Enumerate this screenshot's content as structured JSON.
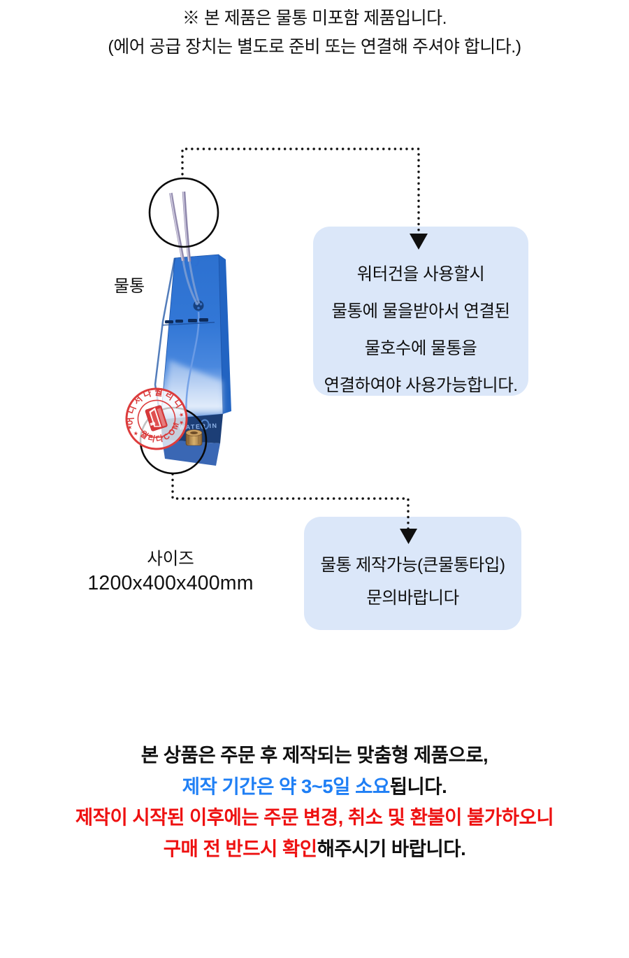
{
  "notice_header": {
    "line1": "※ 본 제품은 물통 미포함 제품입니다.",
    "line2": "(에어 공급 장치는 별도로 준비 또는 연결해 주셔야 합니다.)"
  },
  "product": {
    "label": "물통",
    "port_label": "WATER IN",
    "size_title": "사이즈",
    "size_value": "1200x400x400mm"
  },
  "watermark": {
    "top_text": "어디서나월리디",
    "bottom_text": "월리다COM",
    "star": "★",
    "color": "#dd3c3c"
  },
  "callouts": {
    "hose_note": {
      "lines": [
        "워터건을 사용할시",
        "물통에 물을받아서 연결된",
        "물호수에 물통을",
        "연결하여야 사용가능합니다."
      ]
    },
    "tank_note": {
      "lines": [
        "물통 제작가능(큰물통타입)",
        "문의바랍니다"
      ]
    }
  },
  "footer_notice": {
    "line1": "본 상품은 주문 후 제작되는 맞춤형 제품으로,",
    "line2_highlight": "제작 기간은 약 3~5일 소요",
    "line2_rest": "됩니다.",
    "line3": "제작이 시작된 이후에는 주문 변경, 취소 및 환불이 불가하오니",
    "line4_highlight": "구매 전 반드시 확인",
    "line4_rest": "해주시기 바랍니다."
  },
  "colors": {
    "callout_bg": "#dbe7f9",
    "highlight_blue": "#1f7ff5",
    "warning_red": "#ee1111",
    "body_text": "#101010",
    "tank_blue": "#2f74d4",
    "tank_band": "#1c3e76",
    "connector_black": "#0f0f0f",
    "stamp_red": "#dd3c3c"
  }
}
